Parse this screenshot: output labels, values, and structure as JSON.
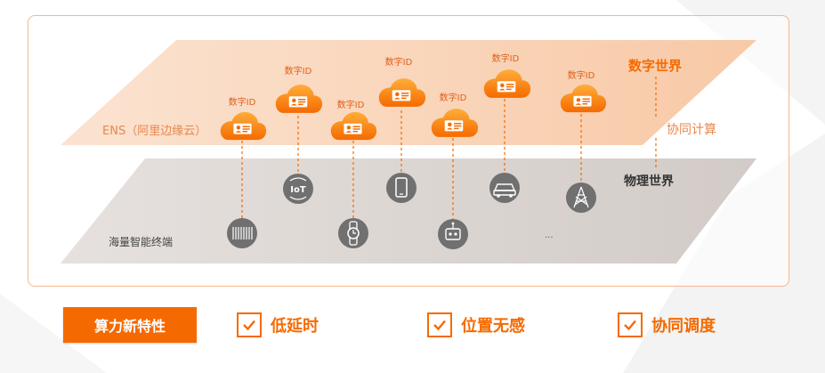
{
  "layers": {
    "digital": "数字世界",
    "collab": "协同计算",
    "physical": "物理世界",
    "ens": "ENS（阿里边缘云）",
    "terminals": "海量智能终端"
  },
  "clouds": [
    {
      "label": "数字ID"
    },
    {
      "label": "数字ID"
    },
    {
      "label": "数字ID"
    },
    {
      "label": "数字ID"
    },
    {
      "label": "数字ID"
    },
    {
      "label": "数字ID"
    },
    {
      "label": "数字ID"
    }
  ],
  "devices": [
    {
      "icon": "barcode-icon"
    },
    {
      "icon": "iot-icon"
    },
    {
      "icon": "watch-icon"
    },
    {
      "icon": "phone-icon"
    },
    {
      "icon": "robot-icon"
    },
    {
      "icon": "car-icon"
    },
    {
      "icon": "tower-icon"
    }
  ],
  "ellipsis": "...",
  "compute_button": "算力新特性",
  "features": [
    "低延时",
    "位置无感",
    "协同调度"
  ],
  "colors": {
    "accent": "#f56a00",
    "digital_plane": "#fbd9c0",
    "physical_plane": "#dcd6d3"
  }
}
